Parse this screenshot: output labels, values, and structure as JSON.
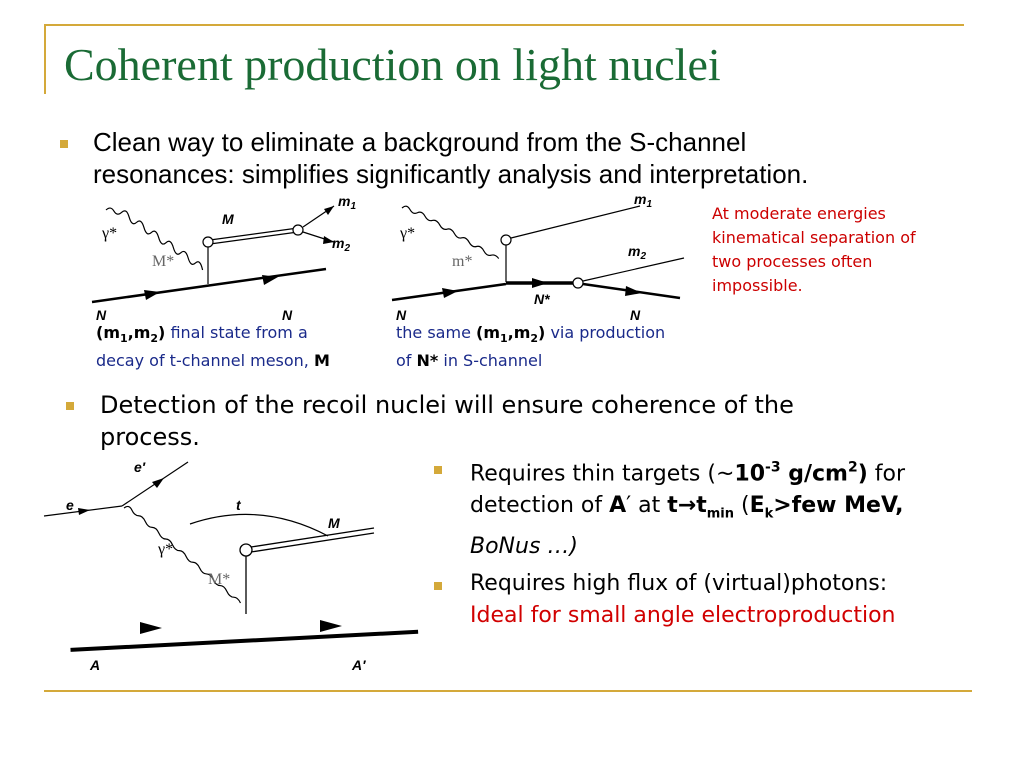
{
  "slide": {
    "title": "Coherent production on light nuclei",
    "bullet1": {
      "line1": "Clean way to eliminate a background from the S-channel",
      "line2": "resonances: simplifies significantly analysis and interpretation."
    },
    "diagram1": {
      "m1": "m",
      "m1_sub": "1",
      "m2": "m",
      "m2_sub": "2",
      "M": "M",
      "gamma": "γ*",
      "Mstar": "M*",
      "N_left": "N",
      "N_right": "N"
    },
    "diagram2": {
      "m1": "m",
      "m1_sub": "1",
      "m2": "m",
      "m2_sub": "2",
      "gamma": "γ*",
      "mstar": "m*",
      "Nstar": "N*",
      "N_left": "N",
      "N_right": "N"
    },
    "caption1": {
      "open": "(m",
      "sub1": "1",
      "comma": ",m",
      "sub2": "2",
      "close": ")",
      "rest1": " final state from a",
      "line2": "decay of t-channel meson, ",
      "M": "M"
    },
    "caption2": {
      "pre": "the same ",
      "open": "(m",
      "sub1": "1",
      "comma": ",m",
      "sub2": "2",
      "close": ")",
      "rest1": " via production",
      "line2pre": "of ",
      "Nstar": "N*",
      "line2post": " in S-channel"
    },
    "note": {
      "line1": "At moderate energies",
      "line2": "kinematical separation of",
      "line3": "two processes often",
      "line4": "impossible."
    },
    "bullet2": {
      "line1": "Detection of the recoil nuclei will ensure coherence of the",
      "line2": "process."
    },
    "diagram3": {
      "eprime": "e′",
      "e": "e",
      "t": "t",
      "M": "M",
      "gamma": "γ*",
      "Mstar": "M*",
      "A": "A",
      "Aprime": "A′"
    },
    "bullet3": {
      "p1": "Requires thin targets (~",
      "ten": "10",
      "exp": "-3",
      "unit": " g/cm",
      "unit_exp": "2",
      "close": ")",
      "p2": " for",
      "line2a": "detection of ",
      "A": "A",
      "prime": "′",
      "at": "  at ",
      "t": "t",
      "arrow": "→",
      "tmin": "t",
      "tmin_sub": "min",
      "paren": " (",
      "Ek": "E",
      "Ek_sub": "k",
      "few": ">few MeV,",
      "line3": "BoNus …)"
    },
    "bullet4": {
      "line1": "Requires high flux of (virtual)photons:",
      "line2": "Ideal for small angle electroproduction"
    }
  }
}
